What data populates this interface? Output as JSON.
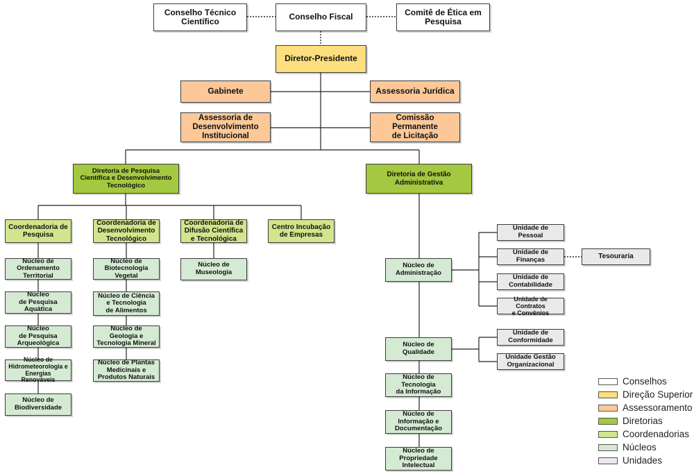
{
  "colors": {
    "conselhos": "#ffffff",
    "direcao": "#fddf7f",
    "assessoramento": "#fcc898",
    "diretorias": "#a4c83f",
    "coordenadorias": "#d3e58c",
    "nucleos": "#d5ead3",
    "unidades": "#e9e9e9"
  },
  "nodes": {
    "conselho_tecnico": {
      "label": "Conselho Técnico\nCientífico"
    },
    "conselho_fiscal": {
      "label": "Conselho Fiscal"
    },
    "comite_etica": {
      "label": "Comitê de Ética em\nPesquisa"
    },
    "diretor_presidente": {
      "label": "Diretor-Presidente"
    },
    "gabinete": {
      "label": "Gabinete"
    },
    "assessoria_juridica": {
      "label": "Assessoria Jurídica"
    },
    "assessoria_desenvolvimento": {
      "label": "Assessoria de\nDesenvolvimento\nInstitucional"
    },
    "comissao_licitacao": {
      "label": "Comissão Permanente\nde Licitação"
    },
    "diretoria_pesquisa": {
      "label": "Diretoria de Pesquisa\nCientífica e Desenvolvimento\nTecnológico"
    },
    "diretoria_gestao": {
      "label": "Diretoria de Gestão\nAdministrativa"
    },
    "coord_pesquisa": {
      "label": "Coordenadoria de\nPesquisa"
    },
    "coord_desenvolvimento": {
      "label": "Coordenadoria de\nDesenvolvimento\nTecnológico"
    },
    "coord_difusao": {
      "label": "Coordenadoria de\nDifusão Científica\ne Tecnológica"
    },
    "centro_incubacao": {
      "label": "Centro Incubação\nde Empresas"
    },
    "nucleo_ordenamento": {
      "label": "Núcleo de\nOrdenamento\nTerritorial"
    },
    "nucleo_aquatica": {
      "label": "Núcleo\nde Pesquisa\nAquática"
    },
    "nucleo_arqueologica": {
      "label": "Núcleo\nde Pesquisa\nArqueológica"
    },
    "nucleo_hidrometeorologia": {
      "label": "Núcleo de\nHidrometeorologia e\nEnergias Renováveis"
    },
    "nucleo_biodiversidade": {
      "label": "Núcleo de\nBiodiversidade"
    },
    "nucleo_biotecnologia": {
      "label": "Núcleo de\nBiotecnologia\nVegetal"
    },
    "nucleo_ciencia_alimentos": {
      "label": "Núcleo de Ciência\ne Tecnologia\nde Alimentos"
    },
    "nucleo_geologia": {
      "label": "Núcleo de\nGeologia e\nTecnologia Mineral"
    },
    "nucleo_plantas": {
      "label": "Núcleo de Plantas\nMedicinais e\nProdutos Naturais"
    },
    "nucleo_museologia": {
      "label": "Núcleo de\nMuseologia"
    },
    "nucleo_administracao": {
      "label": "Núcleo de\nAdministração"
    },
    "nucleo_qualidade": {
      "label": "Núcleo de\nQualidade"
    },
    "nucleo_ti": {
      "label": "Núcleo de\nTecnologia\nda Informação"
    },
    "nucleo_documentacao": {
      "label": "Núcleo de\nInformação e\nDocumentação"
    },
    "nucleo_propriedade": {
      "label": "Núcleo de\nPropriedade\nIntelectual"
    },
    "unidade_pessoal": {
      "label": "Unidade de\nPessoal"
    },
    "unidade_financas": {
      "label": "Unidade de\nFinanças"
    },
    "tesouraria": {
      "label": "Tesouraria"
    },
    "unidade_contabilidade": {
      "label": "Unidade de\nContabilidade"
    },
    "unidade_contratos": {
      "label": "Unidade de Contratos\ne Convênios"
    },
    "unidade_conformidade": {
      "label": "Unidade de\nConformidade"
    },
    "unidade_gestao_org": {
      "label": "Unidade Gestão\nOrganizacional"
    }
  },
  "legend": [
    {
      "key": "conselhos",
      "label": "Conselhos"
    },
    {
      "key": "direcao",
      "label": "Direção Superior"
    },
    {
      "key": "assessoramento",
      "label": "Assessoramento"
    },
    {
      "key": "diretorias",
      "label": "Diretorias"
    },
    {
      "key": "coordenadorias",
      "label": "Coordenadorias"
    },
    {
      "key": "nucleos",
      "label": "Núcleos"
    },
    {
      "key": "unidades",
      "label": "Unidades"
    }
  ]
}
